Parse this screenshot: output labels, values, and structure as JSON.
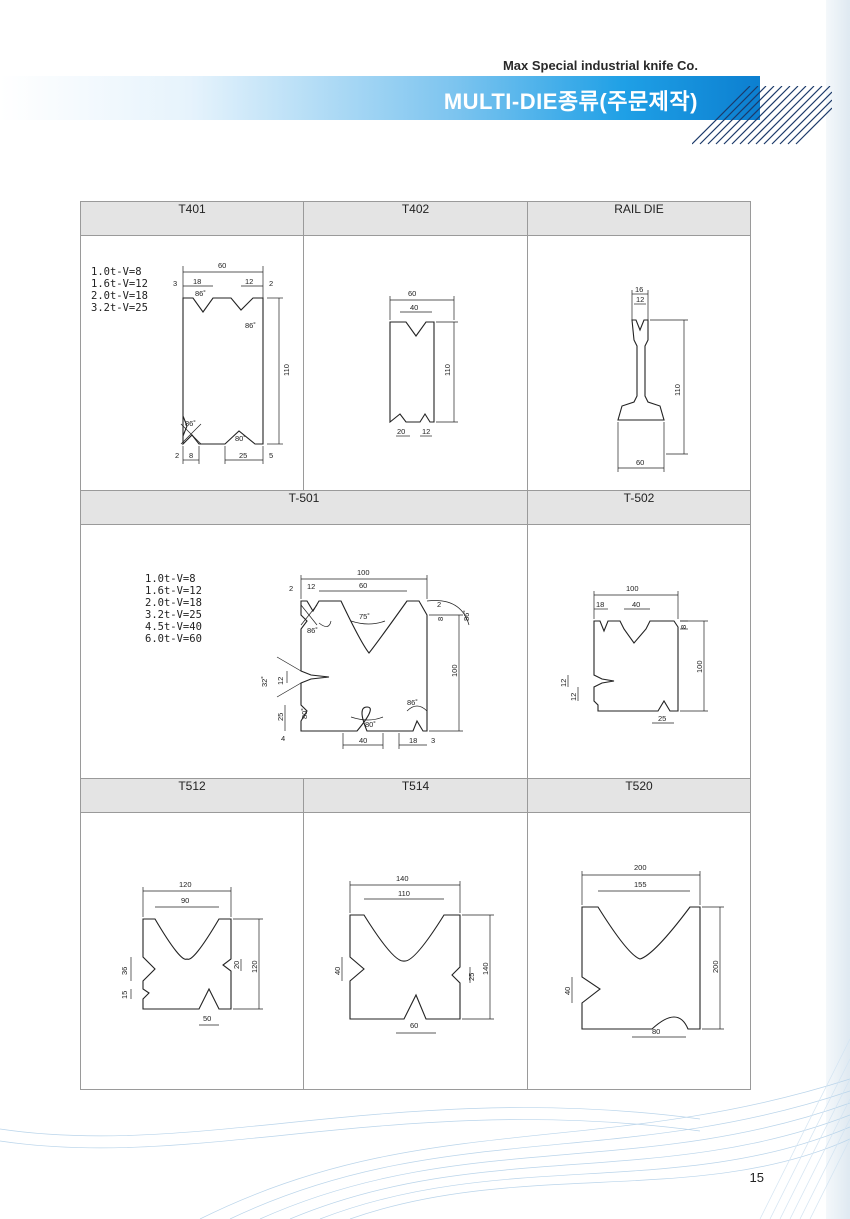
{
  "header": {
    "company": "Max Special industrial knife Co.",
    "title": "MULTI-DIE종류(주문제작)"
  },
  "dies": {
    "t401": {
      "name": "T401",
      "specs": [
        "1.0t-V=8",
        "1.6t-V=12",
        "2.0t-V=18",
        "3.2t-V=25"
      ],
      "dims": {
        "w": "60",
        "h": "110",
        "a": "18",
        "b": "12",
        "c": "3",
        "d": "2",
        "ang1": "86˚",
        "ang2": "86˚",
        "ang3": "86˚",
        "ang4": "80˚",
        "e": "2",
        "f": "8",
        "g": "25",
        "k": "5"
      }
    },
    "t402": {
      "name": "T402",
      "dims": {
        "w": "60",
        "v": "40",
        "h": "110",
        "a": "20",
        "b": "12"
      }
    },
    "rail": {
      "name": "RAIL DIE",
      "dims": {
        "a": "16",
        "b": "12",
        "h": "110",
        "w": "60"
      }
    },
    "t501": {
      "name": "T-501",
      "specs": [
        "1.0t-V=8",
        "1.6t-V=12",
        "2.0t-V=18",
        "3.2t-V=25",
        "4.5t-V=40",
        "6.0t-V=60"
      ],
      "dims": {
        "w": "100",
        "v": "60",
        "a": "2",
        "b": "12",
        "ang75": "75˚",
        "ang86a": "86˚",
        "ang86b": "86˚",
        "c": "8",
        "d": "2",
        "h": "100",
        "ang32": "32˚",
        "e": "12",
        "ang80a": "80˚",
        "f": "25",
        "ang80b": "80˚",
        "ang86c": "86˚",
        "g": "4",
        "bv": "40",
        "i": "18",
        "j": "3"
      }
    },
    "t502": {
      "name": "T-502",
      "dims": {
        "w": "100",
        "v": "40",
        "a": "18",
        "b": "8",
        "h": "100",
        "c": "12",
        "d": "12",
        "e": "25"
      }
    },
    "t512": {
      "name": "T512",
      "dims": {
        "w": "120",
        "v": "90",
        "a": "36",
        "b": "15",
        "c": "20",
        "h": "120",
        "bv": "50"
      }
    },
    "t514": {
      "name": "T514",
      "dims": {
        "w": "140",
        "v": "110",
        "a": "40",
        "b": "25",
        "h": "140",
        "bv": "60"
      }
    },
    "t520": {
      "name": "T520",
      "dims": {
        "w": "200",
        "v": "155",
        "a": "40",
        "h": "200",
        "bv": "80"
      }
    }
  },
  "footer": {
    "page": "15"
  }
}
